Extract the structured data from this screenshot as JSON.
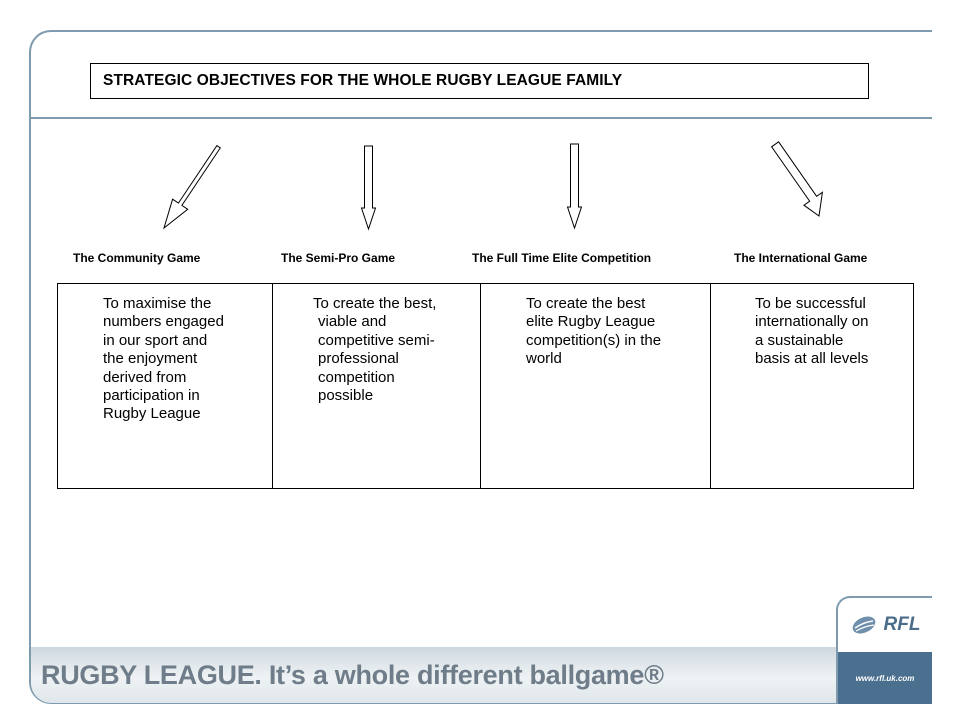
{
  "slide": {
    "title": "STRATEGIC OBJECTIVES FOR THE WHOLE RUGBY LEAGUE FAMILY",
    "columns": [
      {
        "label": "The Community Game",
        "objective_lines": [
          "To maximise the",
          "numbers engaged",
          "in our sport and",
          "the enjoyment",
          "derived from",
          "participation in",
          "Rugby League"
        ]
      },
      {
        "label": "The Semi-Pro Game",
        "objective_lines": [
          "To create the best,",
          "viable and",
          "competitive semi-",
          "professional",
          "competition",
          "possible"
        ]
      },
      {
        "label": "The Full Time Elite Competition",
        "objective_lines": [
          "To create the best",
          "elite Rugby League",
          "competition(s) in the",
          "world"
        ]
      },
      {
        "label": "The International Game",
        "objective_lines": [
          "To be successful",
          "internationally on",
          "a sustainable",
          "basis at all levels"
        ]
      }
    ]
  },
  "footer": {
    "tagline": "RUGBY LEAGUE. It’s a whole different ballgame®",
    "logo_text": "RFL",
    "logo_url": "www.rfl.uk.com",
    "icons": [
      "rugby-ball-icon"
    ]
  },
  "colors": {
    "frame": "#7f9bb0",
    "tagline_text": "#6e7d89",
    "logo_band": "#4a6f8f",
    "logo_text": "#4b6d8b"
  }
}
